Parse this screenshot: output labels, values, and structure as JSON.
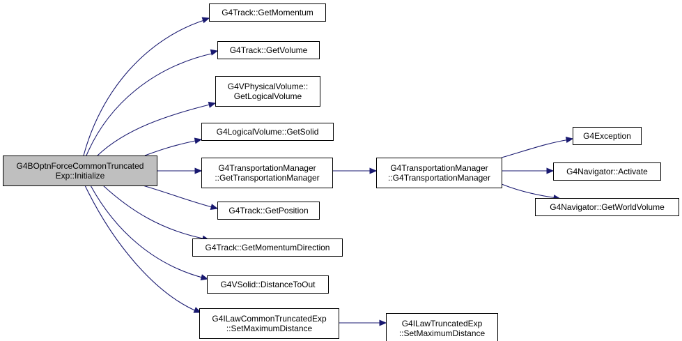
{
  "nodes": {
    "root": {
      "lines": [
        "G4BOptnForceCommonTruncated",
        "Exp::Initialize"
      ]
    },
    "get_momentum": {
      "lines": [
        "G4Track::GetMomentum"
      ]
    },
    "get_volume": {
      "lines": [
        "G4Track::GetVolume"
      ]
    },
    "get_logical_volume": {
      "lines": [
        "G4VPhysicalVolume::",
        "GetLogicalVolume"
      ]
    },
    "get_solid": {
      "lines": [
        "G4LogicalVolume::GetSolid"
      ]
    },
    "get_transportation_manager": {
      "lines": [
        "G4TransportationManager",
        "::GetTransportationManager"
      ]
    },
    "get_position": {
      "lines": [
        "G4Track::GetPosition"
      ]
    },
    "get_momentum_direction": {
      "lines": [
        "G4Track::GetMomentumDirection"
      ]
    },
    "distance_to_out": {
      "lines": [
        "G4VSolid::DistanceToOut"
      ]
    },
    "set_max_distance_common": {
      "lines": [
        "G4ILawCommonTruncatedExp",
        "::SetMaximumDistance"
      ]
    },
    "transportation_manager_ctor": {
      "lines": [
        "G4TransportationManager",
        "::G4TransportationManager"
      ]
    },
    "exception": {
      "lines": [
        "G4Exception"
      ]
    },
    "navigator_activate": {
      "lines": [
        "G4Navigator::Activate"
      ]
    },
    "navigator_world_volume": {
      "lines": [
        "G4Navigator::GetWorldVolume"
      ]
    },
    "set_max_distance_truncated": {
      "lines": [
        "G4ILawTruncatedExp",
        "::SetMaximumDistance"
      ]
    }
  },
  "edges": [
    [
      "root",
      "get_momentum"
    ],
    [
      "root",
      "get_volume"
    ],
    [
      "root",
      "get_logical_volume"
    ],
    [
      "root",
      "get_solid"
    ],
    [
      "root",
      "get_transportation_manager"
    ],
    [
      "root",
      "get_position"
    ],
    [
      "root",
      "get_momentum_direction"
    ],
    [
      "root",
      "distance_to_out"
    ],
    [
      "root",
      "set_max_distance_common"
    ],
    [
      "get_transportation_manager",
      "transportation_manager_ctor"
    ],
    [
      "transportation_manager_ctor",
      "exception"
    ],
    [
      "transportation_manager_ctor",
      "navigator_activate"
    ],
    [
      "transportation_manager_ctor",
      "navigator_world_volume"
    ],
    [
      "set_max_distance_common",
      "set_max_distance_truncated"
    ]
  ],
  "colors": {
    "edge": "#191970",
    "root_fill": "#bfbfbf",
    "node_fill": "#ffffff",
    "node_border": "#000000"
  }
}
